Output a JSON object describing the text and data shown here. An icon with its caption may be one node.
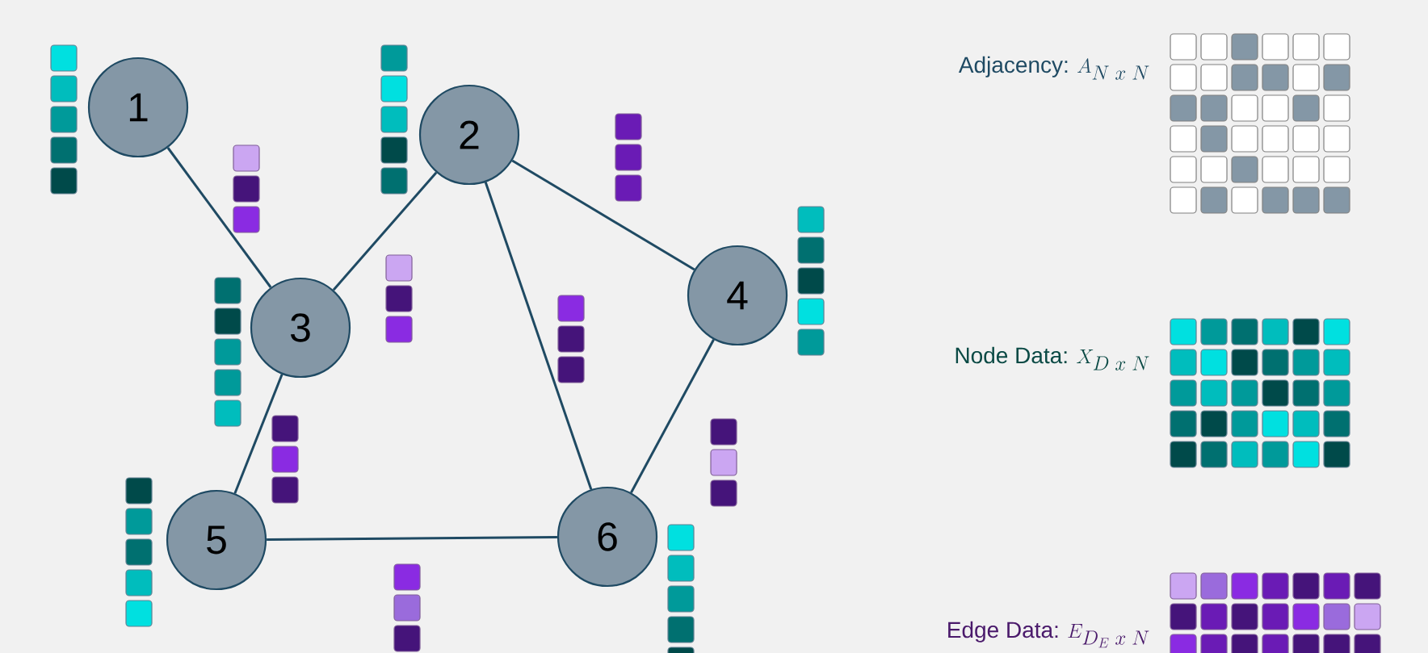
{
  "diagram": {
    "nodes": [
      {
        "text": [
          "1"
        ]
      },
      {
        "text": [
          "2"
        ]
      },
      {
        "text": [
          "3"
        ]
      },
      {
        "text": [
          "4"
        ]
      },
      {
        "text": [
          "5"
        ]
      },
      {
        "text": [
          "6"
        ]
      }
    ],
    "edges": [
      {
        "from": 0,
        "to": 2,
        "arrow": "none"
      },
      {
        "from": 1,
        "to": 2,
        "arrow": "none"
      },
      {
        "from": 1,
        "to": 3,
        "arrow": "none"
      },
      {
        "from": 1,
        "to": 5,
        "arrow": "none"
      },
      {
        "from": 2,
        "to": 4,
        "arrow": "none"
      },
      {
        "from": 3,
        "to": 5,
        "arrow": "none"
      },
      {
        "from": 4,
        "to": 5,
        "arrow": "none"
      }
    ],
    "labels": [
      "Adjacency:",
      "A_{N \\; x \\; N}",
      "Node Data:",
      "X_{D \\; x \\; N}",
      "Edge Data:",
      "E_{D_E \\; x \\; N}"
    ]
  }
}
